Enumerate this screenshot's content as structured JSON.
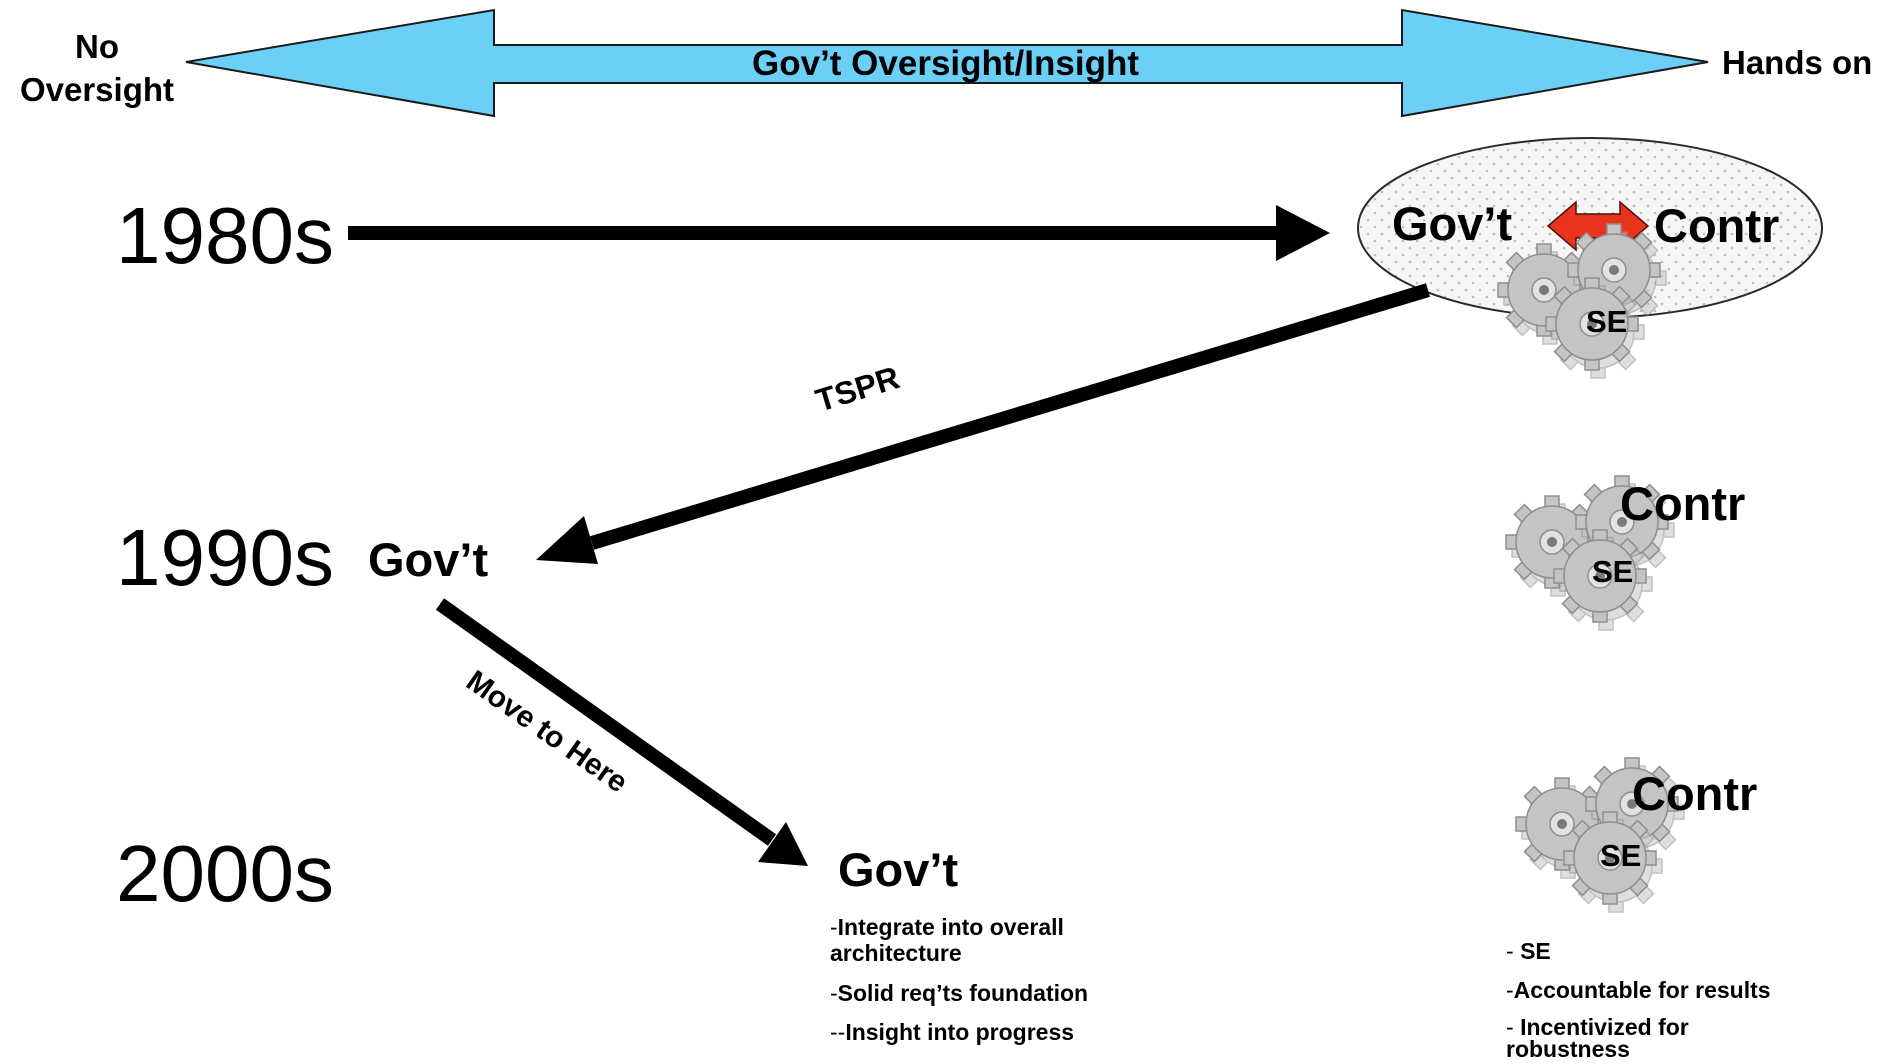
{
  "scale": {
    "left_label": "No\nOversight",
    "right_label": "Hands on",
    "arrow_label": "Gov’t Oversight/Insight",
    "arrow_color": "#6CCFF6"
  },
  "rows": [
    {
      "decade": "1980s",
      "gov": "Gov’t",
      "contr": "Contr",
      "se": "SE"
    },
    {
      "decade": "1990s",
      "gov": "Gov’t",
      "contr": "Contr",
      "se": "SE"
    },
    {
      "decade": "2000s",
      "gov": "Gov’t",
      "contr": "Contr",
      "se": "SE"
    }
  ],
  "arrows": {
    "tspr_label": "TSPR",
    "move_label": "Move to Here",
    "exchange_arrow_color": "#E8341C"
  },
  "gov_notes": [
    {
      "dash": "-",
      "text": "Integrate into overall architecture"
    },
    {
      "dash": "-",
      "text": "Solid req’ts foundation"
    },
    {
      "dash": "--",
      "text": "Insight into progress"
    }
  ],
  "contr_notes": [
    {
      "dash": "- ",
      "text": "SE"
    },
    {
      "dash": "-",
      "text": "Accountable for results"
    },
    {
      "dash": "- ",
      "text": "Incentivized for robustness"
    }
  ],
  "colors": {
    "gear": "#B8B8B8",
    "gear_dark": "#8C8C8C",
    "ellipse_fill": "#F6F6F6",
    "ellipse_dots": "#BDBDBD"
  }
}
